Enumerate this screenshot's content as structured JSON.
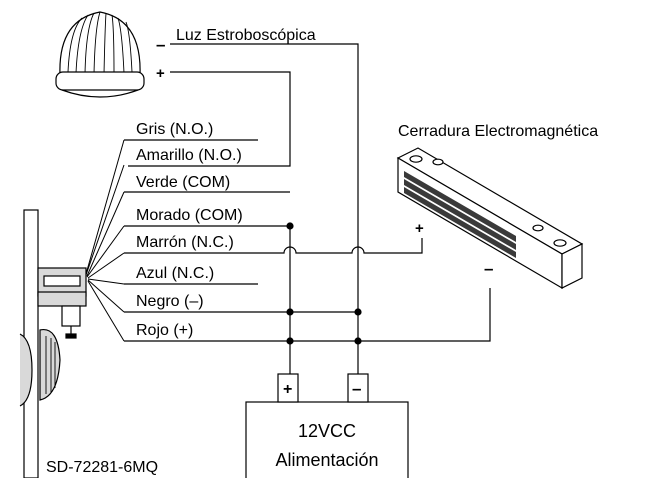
{
  "strobe": {
    "label": "Luz Estroboscópica",
    "minus": "–",
    "plus": "+"
  },
  "lock": {
    "label": "Cerradura Electromagnética",
    "plus": "+",
    "minus": "–"
  },
  "wires": [
    {
      "label": "Gris (N.O.)"
    },
    {
      "label": "Amarillo (N.O.)"
    },
    {
      "label": "Verde (COM)"
    },
    {
      "label": "Morado (COM)"
    },
    {
      "label": "Marrón (N.C.)"
    },
    {
      "label": "Azul (N.C.)"
    },
    {
      "label": "Negro (–)"
    },
    {
      "label": "Rojo (+)"
    }
  ],
  "power_supply": {
    "line1": "12VCC",
    "line2": "Alimentación",
    "plus_terminal": "+",
    "minus_terminal": "–"
  },
  "device": {
    "model": "SD-72281-6MQ"
  },
  "colors": {
    "line": "#000000",
    "body_fill": "#ffffff",
    "shade": "#d9d9d9",
    "dark": "#3a3a3a"
  }
}
